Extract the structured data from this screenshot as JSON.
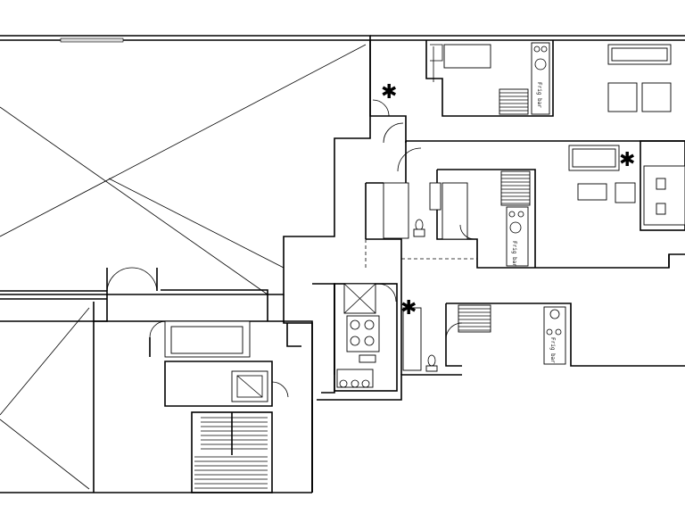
{
  "appliance_labels": {
    "unit_top": "Frig bar",
    "unit_middle": "Frig bar",
    "unit_lower": "Frig bar"
  },
  "legend": {}
}
